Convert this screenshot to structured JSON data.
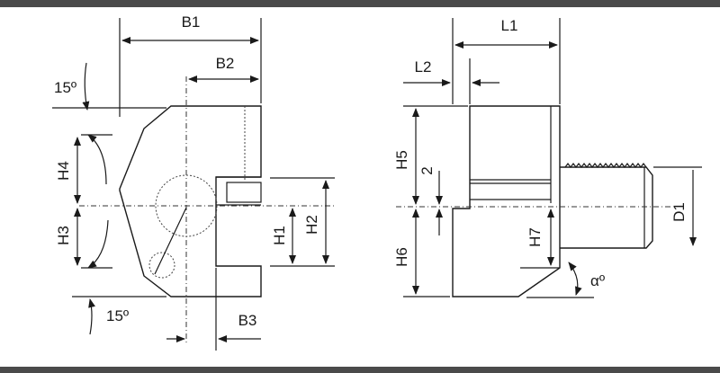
{
  "diagram": {
    "left_view": {
      "dims": {
        "b1": "B1",
        "b2": "B2",
        "b3": "B3",
        "h1": "H1",
        "h2": "H2",
        "h3": "H3",
        "h4": "H4",
        "angle_top": "15º",
        "angle_bottom": "15º"
      }
    },
    "right_view": {
      "dims": {
        "l1": "L1",
        "l2": "L2",
        "h5": "H5",
        "h6": "H6",
        "h7": "H7",
        "two": "2",
        "d1": "D1",
        "alpha": "αº"
      }
    }
  }
}
